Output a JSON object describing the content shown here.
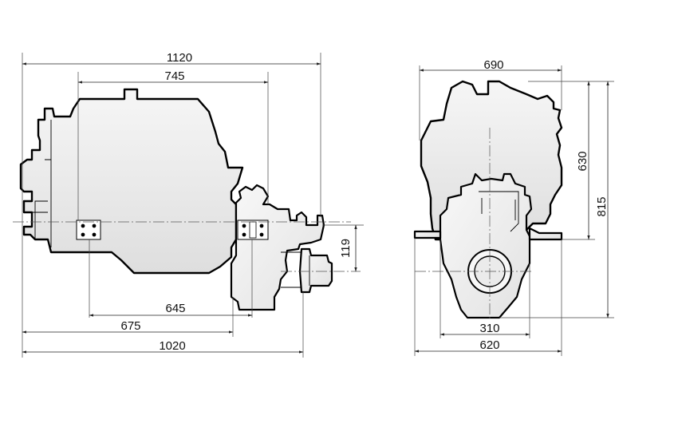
{
  "side_view": {
    "dims": {
      "overall_length": "1120",
      "block_length": "745",
      "mount_spacing": "645",
      "mount_to_flange": "675",
      "base_length": "1020",
      "shaft_offset": "119"
    }
  },
  "front_view": {
    "dims": {
      "overall_width": "690",
      "upper_height": "630",
      "total_height": "815",
      "gear_width": "310",
      "mount_width": "620"
    }
  }
}
